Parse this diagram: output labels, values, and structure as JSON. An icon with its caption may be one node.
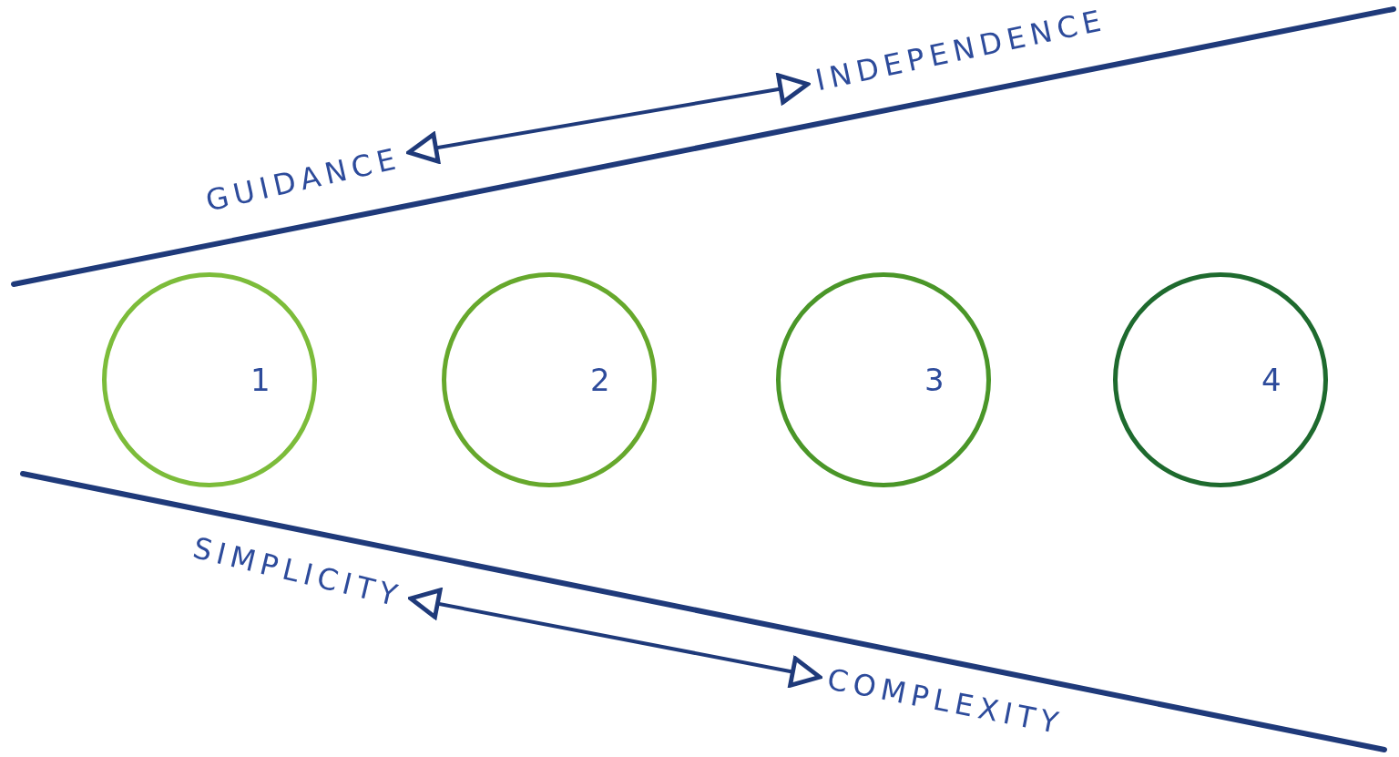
{
  "diagram": {
    "nodes": [
      {
        "text": [
          "GUIDANCE"
        ]
      },
      {
        "text": [
          "INDEPENDENCE"
        ]
      },
      {
        "text": [
          "1"
        ]
      },
      {
        "text": [
          "2"
        ]
      },
      {
        "text": [
          "3"
        ]
      },
      {
        "text": [
          "4"
        ]
      },
      {
        "text": [
          "SIMPLICITY"
        ]
      },
      {
        "text": [
          "COMPLEXITY"
        ]
      }
    ],
    "edges": [
      {
        "from": 0,
        "to": 1,
        "arrow": "both"
      },
      {
        "from": 6,
        "to": 7,
        "arrow": "both"
      }
    ]
  }
}
